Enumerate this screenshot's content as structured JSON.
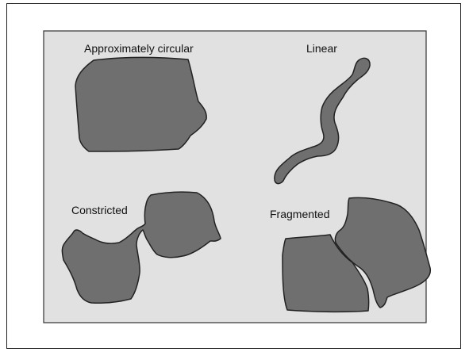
{
  "figure": {
    "labels": {
      "circular": "Approximately circular",
      "linear": "Linear",
      "constricted": "Constricted",
      "fragmented": "Fragmented"
    },
    "colors": {
      "panel_fill": "#e1e1e1",
      "panel_border": "#333333",
      "shape_fill": "#6f6f6f",
      "shape_stroke": "#222222"
    }
  }
}
